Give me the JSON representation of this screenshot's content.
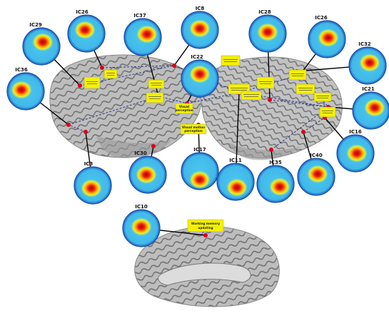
{
  "components": [
    {
      "label": "IC29"
    },
    {
      "label": "IC26"
    },
    {
      "label": "IC37"
    },
    {
      "label": "IC8"
    },
    {
      "label": "IC28"
    },
    {
      "label": "IC26"
    },
    {
      "label": "IC32"
    },
    {
      "label": "IC36"
    },
    {
      "label": "IC22"
    },
    {
      "label": "IC21"
    },
    {
      "label": "IC3"
    },
    {
      "label": "IC30"
    },
    {
      "label": "IC17"
    },
    {
      "label": "IC11"
    },
    {
      "label": "IC35"
    },
    {
      "label": "IC40"
    },
    {
      "label": "IC16"
    },
    {
      "label": "IC10"
    }
  ],
  "notes": [
    {
      "text": "Visual\nperception"
    },
    {
      "text": "Visual motion\nperception"
    },
    {
      "text": "Working memory\nupdating"
    }
  ],
  "colors": {
    "map_background": "#3fb8e8",
    "hotspot_center": "#d8001c",
    "note_fill": "#f4f000",
    "cortex": "#c4c4c4",
    "connection_line": "#2a3a8a"
  }
}
